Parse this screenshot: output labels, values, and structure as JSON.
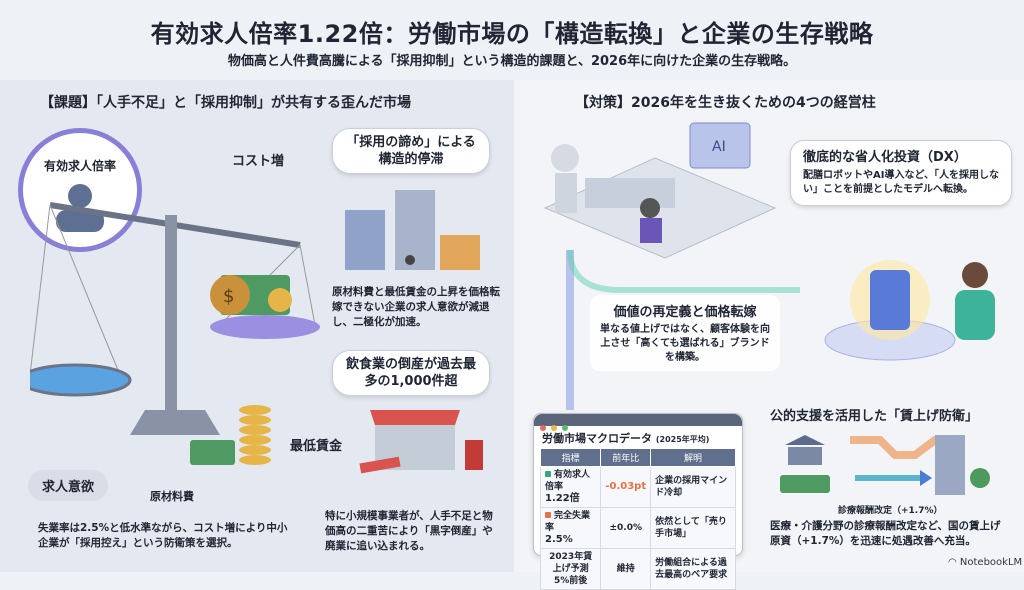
{
  "header": {
    "title": "有効求人倍率1.22倍：労働市場の「構造転換」と企業の生存戦略",
    "subtitle": "物価高と人件費高騰による「採用抑制」という構造的課題と、2026年に向けた企業の生存戦略。"
  },
  "left": {
    "heading": "【課題】「人手不足」と「採用抑制」が共有する歪んだ市場",
    "circle_label": "有効求人倍率",
    "cost_label": "コスト増",
    "min_wage_label": "最低賃金",
    "hiring_label": "求人意欲",
    "materials_label": "原材料費",
    "bubble1": "「採用の諦め」による構造的停滞",
    "para1": "原材料費と最低賃金の上昇を価格転嫁できない企業の求人意欲が減退し、二極化が加速。",
    "bubble2": "飲食業の倒産が過去最多の1,000件超",
    "para2": "特に小規模事業者が、人手不足と物価高の二重苦により「黒字倒産」や廃業に追い込まれる。",
    "bottom_para": "失業率は2.5%と低水準ながら、コスト増により中小企業が「採用控え」という防衛策を選択。"
  },
  "right": {
    "heading": "【対策】2026年を生き抜くための4つの経営柱",
    "dx_title": "徹底的な省人化投資（DX）",
    "dx_text": "配膳ロボットやAI導入など、「人を採用しない」ことを前提としたモデルへ転換。",
    "screen_label": "AI",
    "value_title": "価値の再定義と価格転嫁",
    "value_text": "単なる値上げではなく、顧客体験を向上させ「高くても選ばれる」ブランドを構築。",
    "support_title": "公的支援を活用した「賃上げ防衛」",
    "support_arrow_label": "診療報酬改定（+1.7%）",
    "support_text": "医療・介護分野の診療報酬改定など、国の賃上げ原資（+1.7%）を迅速に処遇改善へ充当。"
  },
  "table": {
    "title": "労働市場マクロデータ",
    "period": "(2025年平均)",
    "headers": [
      "指標",
      "前年比",
      "解明"
    ],
    "rows": [
      {
        "metric": "有効求人倍率",
        "value": "1.22倍",
        "change": "-0.03pt",
        "note": "企業の採用マインド冷却",
        "color": "#3aa57a"
      },
      {
        "metric": "完全失業率",
        "value": "2.5%",
        "change": "±0.0%",
        "note": "依然として「売り手市場」",
        "color": "#e0734a"
      },
      {
        "metric": "2023年賃上げ予測",
        "value": "5%前後",
        "change": "維持",
        "note": "労働組合による過去最高のベア要求",
        "color": ""
      }
    ]
  },
  "branding": {
    "logo": "NotebookLM"
  },
  "colors": {
    "negative": "#e0734a",
    "accent": "#5b6fd6"
  }
}
